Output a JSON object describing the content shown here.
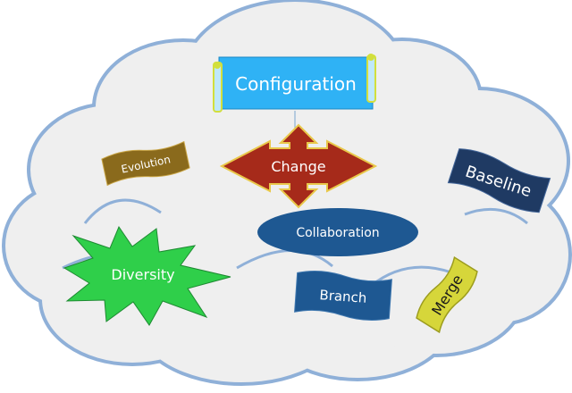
{
  "labels": {
    "configuration": "Configuration",
    "change": "Change",
    "evolution": "Evolution",
    "baseline": "Baseline",
    "collaboration": "Collaboration",
    "diversity": "Diversity",
    "branch": "Branch",
    "merge": "Merge"
  },
  "colors": {
    "cloud_fill": "#efefef",
    "cloud_stroke": "#8fb0d8",
    "configuration_banner": "#2fb2f5",
    "change_arrow": "#a62a1a",
    "change_arrow_border": "#e9c84a",
    "evolution_flag": "#8a6a1c",
    "baseline_flag": "#1f3a63",
    "collaboration_oval": "#1e5892",
    "diversity_star": "#2fcf4a",
    "branch_flag": "#1e5892",
    "merge_flag": "#d6d63a"
  },
  "icons": {
    "configuration": "scroll-banner-icon",
    "change": "four-way-arrow-icon",
    "evolution": "wavy-flag-icon",
    "baseline": "wavy-flag-icon",
    "collaboration": "oval-icon",
    "diversity": "starburst-icon",
    "branch": "wavy-flag-icon",
    "merge": "wavy-flag-icon"
  }
}
